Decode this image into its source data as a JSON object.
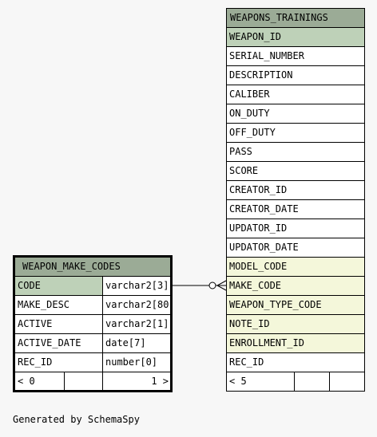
{
  "weapons_trainings": {
    "title": "WEAPONS_TRAININGS",
    "columns": [
      {
        "name": "WEAPON_ID",
        "kind": "pk"
      },
      {
        "name": "SERIAL_NUMBER",
        "kind": "plain"
      },
      {
        "name": "DESCRIPTION",
        "kind": "plain"
      },
      {
        "name": "CALIBER",
        "kind": "plain"
      },
      {
        "name": "ON_DUTY",
        "kind": "plain"
      },
      {
        "name": "OFF_DUTY",
        "kind": "plain"
      },
      {
        "name": "PASS",
        "kind": "plain"
      },
      {
        "name": "SCORE",
        "kind": "plain"
      },
      {
        "name": "CREATOR_ID",
        "kind": "plain"
      },
      {
        "name": "CREATOR_DATE",
        "kind": "plain"
      },
      {
        "name": "UPDATOR_ID",
        "kind": "plain"
      },
      {
        "name": "UPDATOR_DATE",
        "kind": "plain"
      },
      {
        "name": "MODEL_CODE",
        "kind": "fk"
      },
      {
        "name": "MAKE_CODE",
        "kind": "fk"
      },
      {
        "name": "WEAPON_TYPE_CODE",
        "kind": "fk"
      },
      {
        "name": "NOTE_ID",
        "kind": "fk"
      },
      {
        "name": "ENROLLMENT_ID",
        "kind": "fk"
      },
      {
        "name": "REC_ID",
        "kind": "plain"
      }
    ],
    "footer_left": "< 5"
  },
  "weapon_make_codes": {
    "title": "WEAPON_MAKE_CODES",
    "columns": [
      {
        "name": "CODE",
        "type": "varchar2[3]",
        "kind": "pk"
      },
      {
        "name": "MAKE_DESC",
        "type": "varchar2[80]",
        "kind": "plain"
      },
      {
        "name": "ACTIVE",
        "type": "varchar2[1]",
        "kind": "plain"
      },
      {
        "name": "ACTIVE_DATE",
        "type": "date[7]",
        "kind": "plain"
      },
      {
        "name": "REC_ID",
        "type": "number[0]",
        "kind": "plain"
      }
    ],
    "footer_left": "< 0",
    "footer_right": "1 >"
  },
  "generated_by": "Generated by SchemaSpy",
  "colors": {
    "header": "#9bab96",
    "primary_key": "#bed1b8",
    "foreign_key": "#f4f7da",
    "background": "#f7f7f7"
  }
}
